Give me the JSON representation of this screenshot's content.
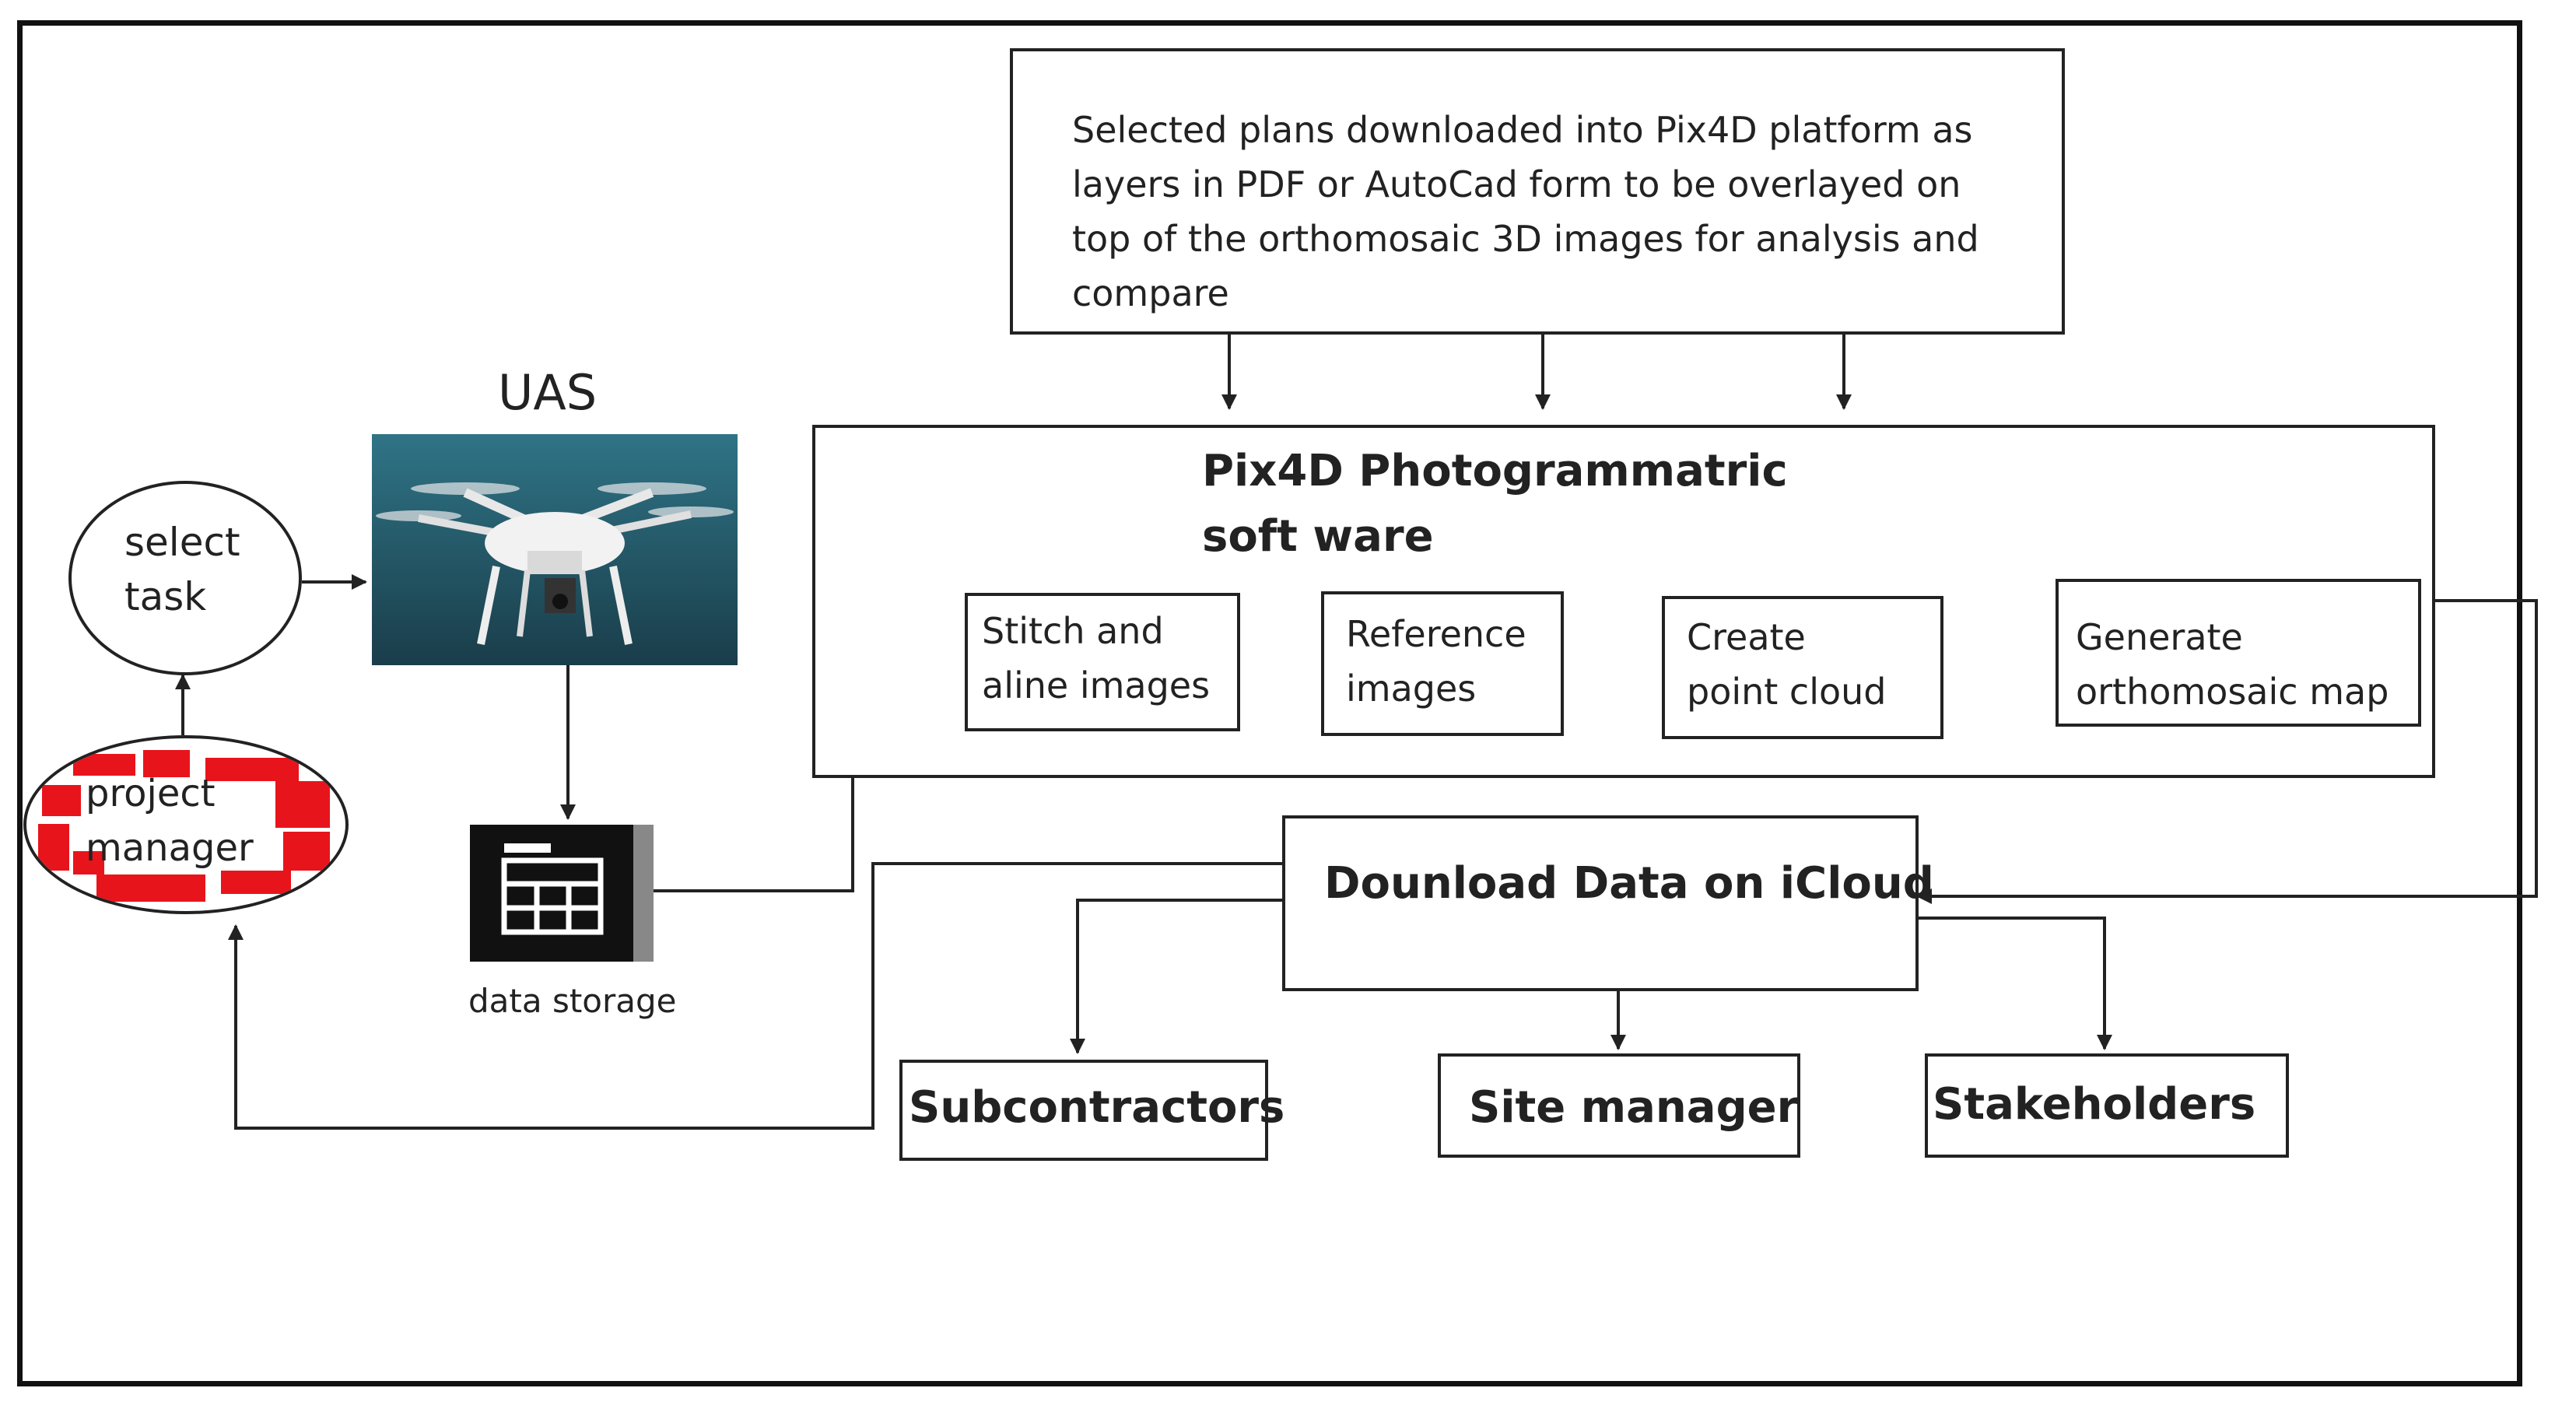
{
  "diagram": {
    "plans_box": "Selected plans downloaded  into Pix4D platform as\nlayers in PDF or AutoCad form to be overlayed on\ntop of the orthomosaic 3D images for analysis and\ncompare",
    "uas_label": "UAS",
    "select_task": "select\ntask",
    "project_manager": "project\nmanager",
    "data_storage": "data storage",
    "pix4d_title": "Pix4D Photogrammatric\nsoft ware",
    "steps": [
      "Stitch and\naline images",
      "Reference\nimages",
      "Create\npoint cloud",
      "Generate\northomosaic map"
    ],
    "download": "Dounload Data on iCloud",
    "recipients": [
      "Subcontractors",
      "Site manager",
      "Stakeholders"
    ]
  },
  "colors": {
    "line": "#222222",
    "redaction": "#e8141b",
    "sky": "#2e6f82",
    "storage_icon": "#111111"
  },
  "icons": {
    "drone": "drone-photo",
    "storage": "data-storage-icon"
  }
}
